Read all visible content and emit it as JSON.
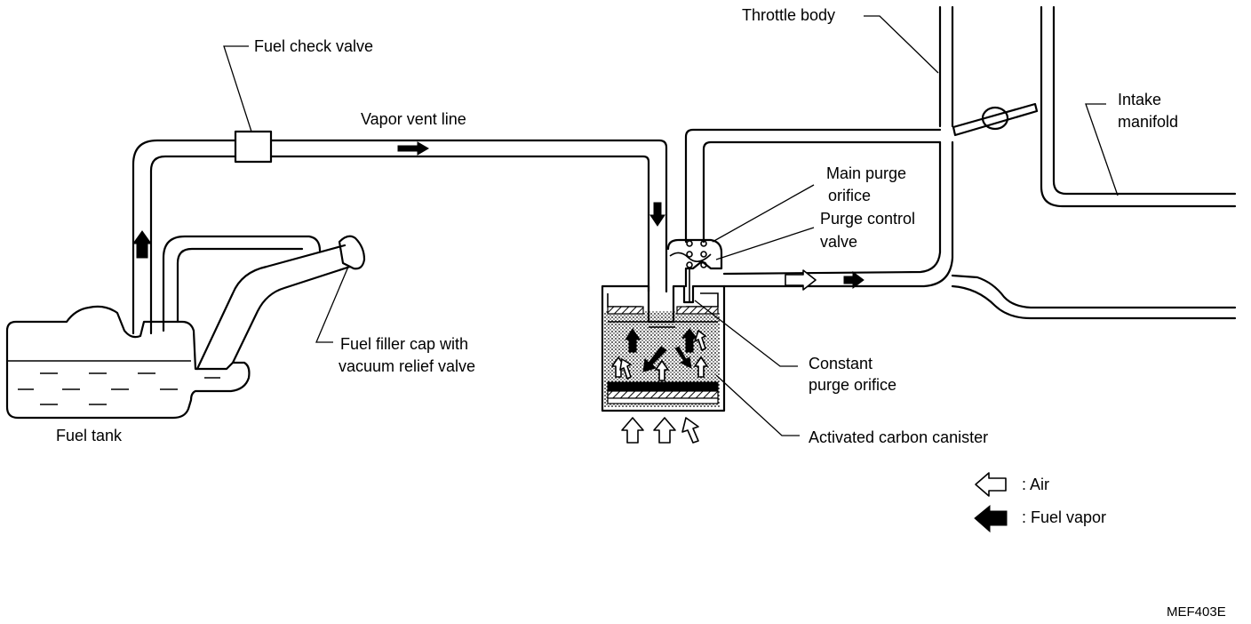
{
  "labels": {
    "throttle_body": "Throttle body",
    "fuel_check_valve": "Fuel check valve",
    "vapor_vent_line": "Vapor vent line",
    "intake_manifold_1": "Intake",
    "intake_manifold_2": "manifold",
    "main_purge_orifice_1": "Main purge",
    "main_purge_orifice_2": "orifice",
    "purge_control_valve_1": "Purge control",
    "purge_control_valve_2": "valve",
    "fuel_filler_cap_1": "Fuel filler cap with",
    "fuel_filler_cap_2": "vacuum relief valve",
    "constant_purge_orifice_1": "Constant",
    "constant_purge_orifice_2": "purge orifice",
    "activated_carbon_canister": "Activated carbon canister",
    "fuel_tank": "Fuel tank"
  },
  "legend": {
    "air": ": Air",
    "fuel_vapor": ": Fuel vapor"
  },
  "figure_code": "MEF403E",
  "colors": {
    "line": "#000000",
    "background": "#ffffff"
  }
}
